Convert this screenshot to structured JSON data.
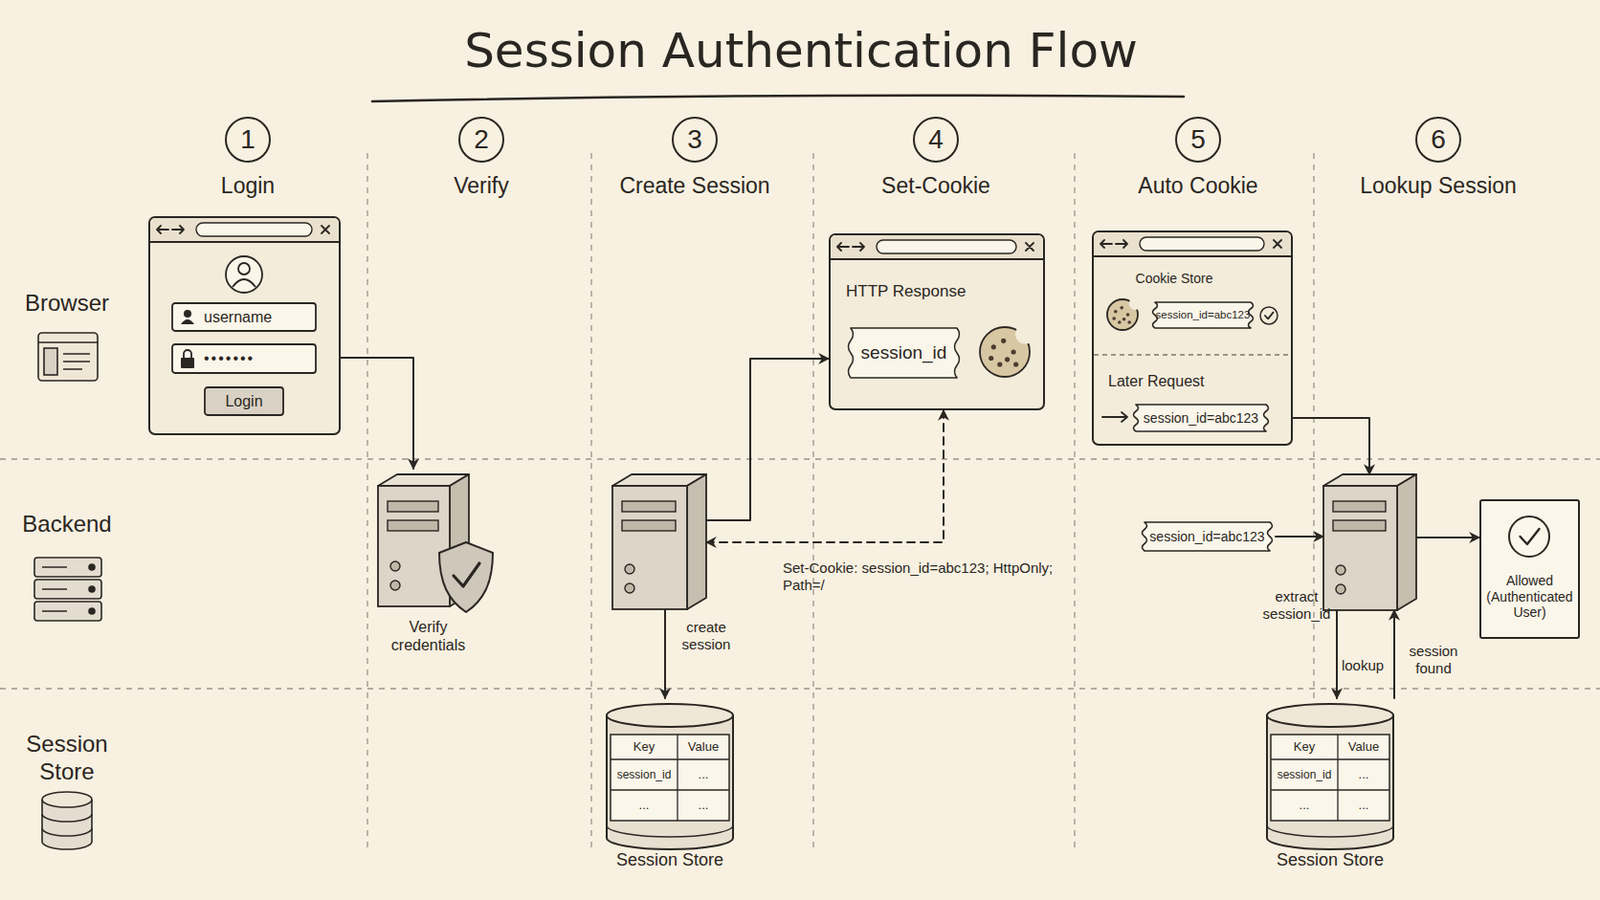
{
  "diagram": {
    "title": "Session Authentication Flow",
    "nodes": [
      {
        "text": []
      },
      {
        "text": [
          "username"
        ],
        "in": 0
      },
      {
        "text": [
          "•••••••"
        ],
        "in": 0
      },
      {
        "text": [
          "Login"
        ],
        "in": 0
      },
      {
        "text": [
          "Verify credentials"
        ]
      },
      {
        "text": []
      },
      {
        "text": [
          "HTTP Response"
        ]
      },
      {
        "text": [
          "session_id"
        ],
        "in": 6
      },
      {
        "text": [
          "Key",
          "Value",
          "session_id",
          "...",
          "...",
          "...",
          "Session Store"
        ]
      },
      {
        "text": [
          "Cookie Store",
          "Later Request"
        ]
      },
      {
        "text": [
          "session_id=abc123"
        ],
        "in": 9
      },
      {
        "text": [
          "session_id=abc123"
        ],
        "in": 9
      },
      {
        "text": [
          "session_id=abc123"
        ]
      },
      {
        "text": []
      },
      {
        "text": [
          "Allowed (Authenticated User)"
        ]
      },
      {
        "text": [
          "Key",
          "Value",
          "session_id",
          "...",
          "...",
          "...",
          "Session Store"
        ]
      }
    ],
    "edges": [
      {
        "from": 0,
        "to": 4,
        "arrow": "to"
      },
      {
        "from": 5,
        "to": 6,
        "arrow": "to"
      },
      {
        "from": 6,
        "to": 5,
        "label": "Set-Cookie: session_id=abc123; HttpOnly; Path=/",
        "arrow": "both"
      },
      {
        "from": 5,
        "to": 8,
        "label": "create session",
        "arrow": "to"
      },
      {
        "from": 11,
        "to": 13,
        "arrow": "to"
      },
      {
        "from": 12,
        "to": 13,
        "arrow": "to"
      },
      {
        "from": 13,
        "to": 14,
        "arrow": "to"
      },
      {
        "from": 13,
        "to": 15,
        "label": "lookup",
        "arrow": "to"
      },
      {
        "from": 15,
        "to": 13,
        "label": "session found",
        "arrow": "to"
      }
    ],
    "labels": [
      "1",
      "Login",
      "2",
      "Verify",
      "3",
      "Create Session",
      "4",
      "Set-Cookie",
      "5",
      "Auto Cookie",
      "6",
      "Lookup Session",
      "Browser",
      "Backend",
      "Session Store",
      "extract session_id"
    ]
  }
}
